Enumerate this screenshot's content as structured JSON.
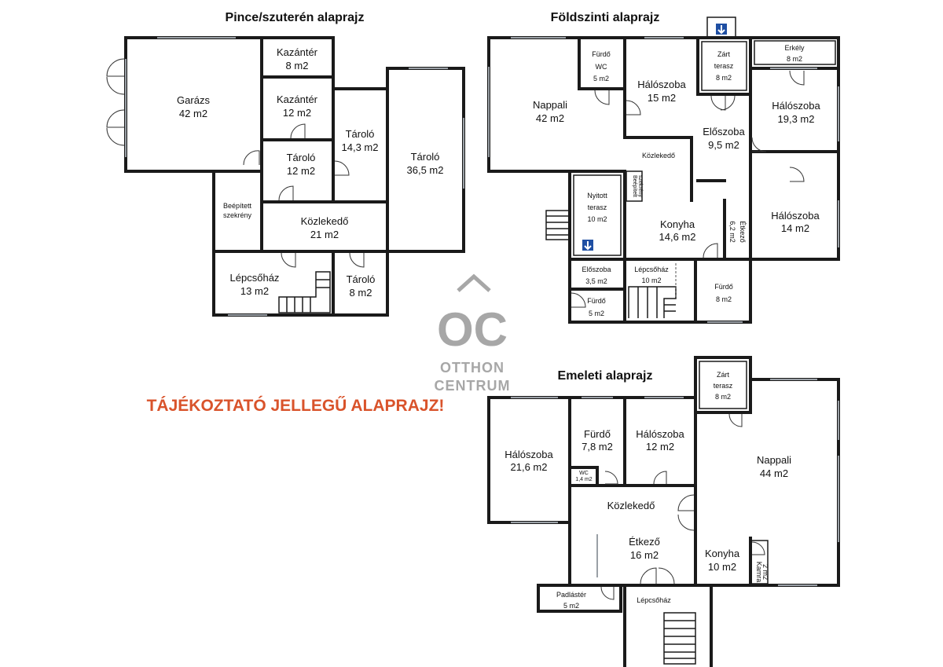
{
  "titles": {
    "basement": "Pince/szuterén alaprajz",
    "ground": "Földszinti alaprajz",
    "upper": "Emeleti alaprajz"
  },
  "warning": "TÁJÉKOZTATÓ JELLEGŰ ALAPRAJZ!",
  "logo": {
    "initials": "OC",
    "line1": "OTTHON",
    "line2": "CENTRUM",
    "color": "#a7a7a7"
  },
  "basement": {
    "garage": {
      "name": "Garázs",
      "area": "42 m2"
    },
    "boiler1": {
      "name": "Kazántér",
      "area": "8 m2"
    },
    "boiler2": {
      "name": "Kazántér",
      "area": "12 m2"
    },
    "storage_143": {
      "name": "Tároló",
      "area": "14,3 m2"
    },
    "storage_365": {
      "name": "Tároló",
      "area": "36,5 m2"
    },
    "storage_12": {
      "name": "Tároló",
      "area": "12 m2"
    },
    "closet": {
      "line1": "Beépített",
      "line2": "szekrény"
    },
    "corridor": {
      "name": "Közlekedő",
      "area": "21 m2"
    },
    "stairs": {
      "name": "Lépcsőház",
      "area": "13 m2"
    },
    "storage_8": {
      "name": "Tároló",
      "area": "8 m2"
    }
  },
  "ground": {
    "living": {
      "name": "Nappali",
      "area": "42 m2"
    },
    "bath_wc": {
      "name": "Fürdő",
      "name2": "WC",
      "area": "5 m2"
    },
    "bedroom_15": {
      "name": "Hálószoba",
      "area": "15 m2"
    },
    "closed_terrace": {
      "name": "Zárt",
      "name2": "terasz",
      "area": "8 m2"
    },
    "balcony": {
      "name": "Erkély",
      "area": "8 m2"
    },
    "hall": {
      "name": "Előszoba",
      "area": "9,5 m2"
    },
    "bedroom_193": {
      "name": "Hálószoba",
      "area": "19,3 m2"
    },
    "corridor": {
      "name": "Közlekedő"
    },
    "closet": {
      "line1": "Beépített",
      "line2": "szekrény"
    },
    "open_terrace": {
      "name": "Nyitott",
      "name2": "terasz",
      "area": "10 m2"
    },
    "kitchen": {
      "name": "Konyha",
      "area": "14,6 m2"
    },
    "dining": {
      "name": "Étkező",
      "area": "6,2 m2"
    },
    "bedroom_14": {
      "name": "Hálószoba",
      "area": "14 m2"
    },
    "hall_small": {
      "name": "Előszoba",
      "area": "3,5 m2"
    },
    "stairs": {
      "name": "Lépcsőház",
      "area": "10 m2"
    },
    "bath_8": {
      "name": "Fürdő",
      "area": "8 m2"
    },
    "bath_5": {
      "name": "Fürdő",
      "area": "5 m2"
    }
  },
  "upper": {
    "closed_terrace": {
      "name": "Zárt",
      "name2": "terasz",
      "area": "8 m2"
    },
    "bedroom_216": {
      "name": "Hálószoba",
      "area": "21,6 m2"
    },
    "bath": {
      "name": "Fürdő",
      "area": "7,8 m2"
    },
    "bedroom_12": {
      "name": "Hálószoba",
      "area": "12 m2"
    },
    "wc": {
      "name": "WC",
      "area": "1,4 m2"
    },
    "living": {
      "name": "Nappali",
      "area": "44 m2"
    },
    "corridor": {
      "name": "Közlekedő"
    },
    "dining": {
      "name": "Étkező",
      "area": "16 m2"
    },
    "kitchen": {
      "name": "Konyha",
      "area": "10 m2"
    },
    "pantry": {
      "name": "Kamra",
      "area": "2 m2"
    },
    "attic": {
      "name": "Padlástér",
      "area": "5 m2"
    },
    "stairs": {
      "name": "Lépcsőház"
    }
  }
}
